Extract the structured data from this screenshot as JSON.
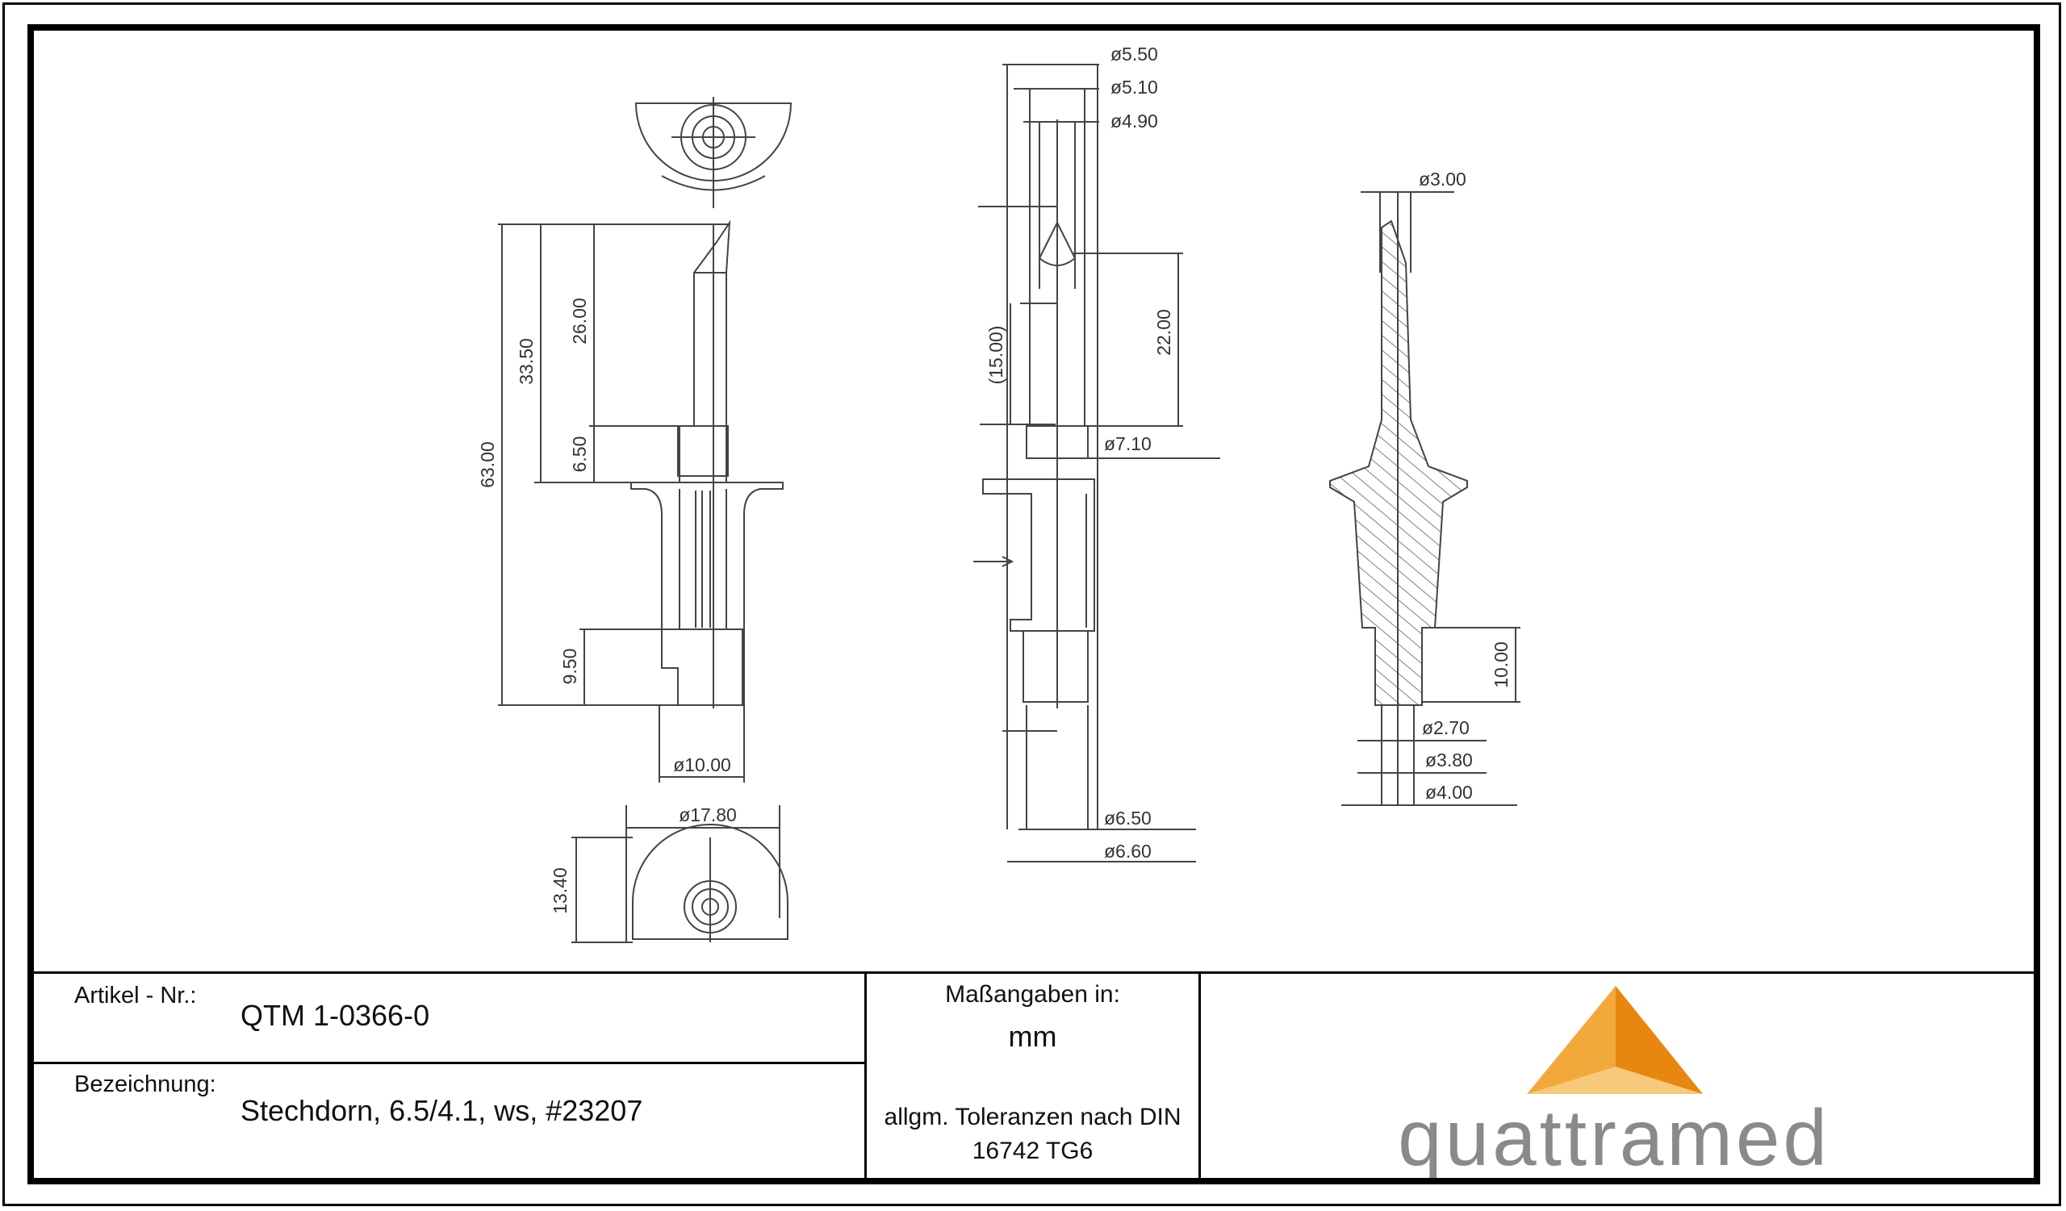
{
  "drawing": {
    "dims_left": [
      "63.00",
      "33.50",
      "26.00",
      "6.50",
      "9.50",
      "ø10.00",
      "ø17.80",
      "13.40"
    ],
    "dims_center": [
      "ø5.50",
      "ø5.10",
      "ø4.90",
      "(15.00)",
      "22.00",
      "ø7.10",
      "ø6.50",
      "ø6.60"
    ],
    "dims_right": [
      "ø3.00",
      "10.00",
      "ø2.70",
      "ø3.80",
      "ø4.00"
    ]
  },
  "title_block": {
    "article_label": "Artikel - Nr.:",
    "article_value": "QTM 1-0366-0",
    "designation_label": "Bezeichnung:",
    "designation_value": "Stechdorn, 6.5/4.1, ws, #23207",
    "units_label": "Maßangaben in:",
    "units_value": "mm",
    "tolerance_line1": "allgm. Toleranzen nach DIN",
    "tolerance_line2": "16742 TG6",
    "logo_text": "quattramed"
  },
  "colors": {
    "logo_orange_light": "#F7C97A",
    "logo_orange": "#F2A93B",
    "logo_orange_dark": "#E8870F",
    "logo_text": "#8A8A8A"
  }
}
